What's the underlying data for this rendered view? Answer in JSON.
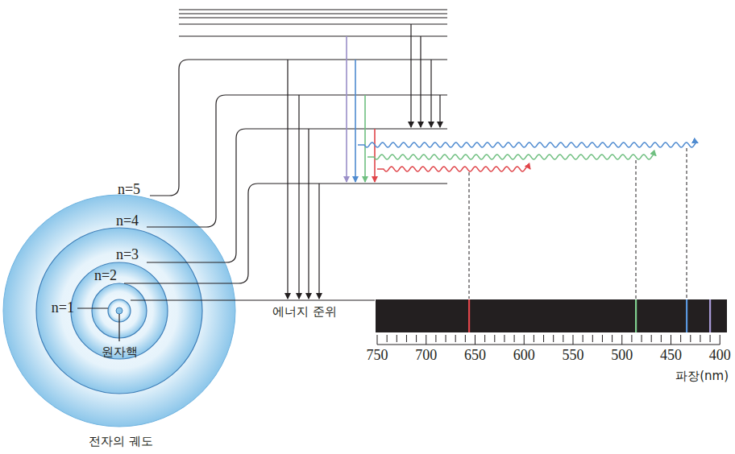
{
  "diagram": {
    "labels": [
      "n=5",
      "n=4",
      "n=3",
      "n=2",
      "n=1",
      "원자핵",
      "에너지 준위",
      "750",
      "700",
      "650",
      "600",
      "550",
      "500",
      "450",
      "400",
      "파장(nm)",
      "전자의 궤도"
    ]
  }
}
